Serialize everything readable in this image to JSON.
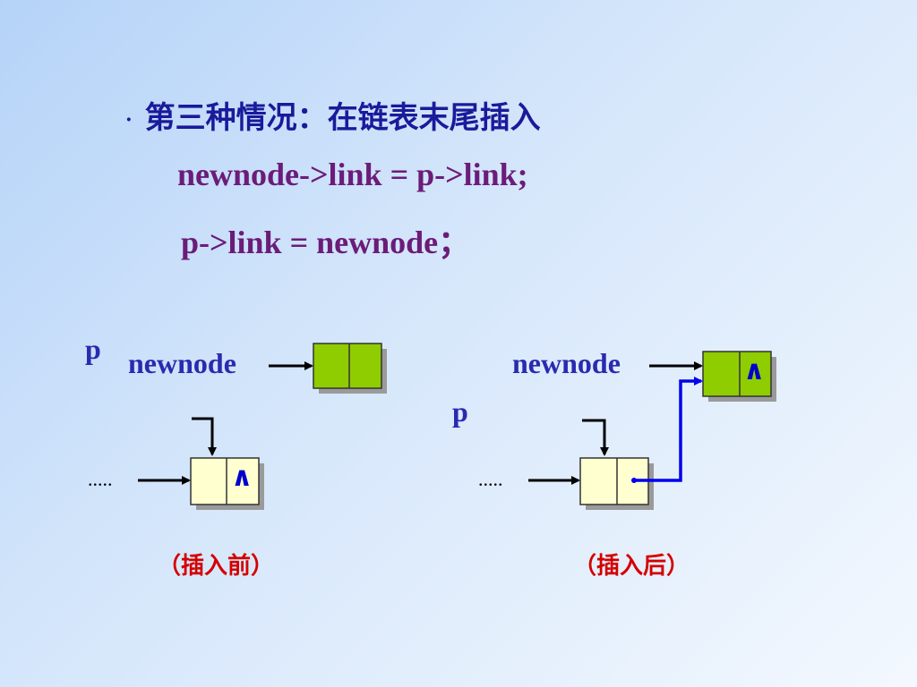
{
  "heading": {
    "bullet": "·",
    "text": "第三种情况：在链表末尾插入"
  },
  "code": {
    "line1": "newnode->link = p->link;",
    "line2": "p->link = newnode；"
  },
  "before": {
    "p_label": "p",
    "newnode_label": "newnode",
    "ellipsis": ".....",
    "null_symbol": "∧",
    "caption": "（插入前）"
  },
  "after": {
    "p_label": "p",
    "newnode_label": "newnode",
    "ellipsis": ".....",
    "null_symbol": "∧",
    "caption": "（插入后）"
  },
  "colors": {
    "new_node_fill": "#8fcc00",
    "list_node_fill": "#ffffd0",
    "pointer_blue": "#0000ee",
    "node_shadow": "#9a9a9a"
  }
}
